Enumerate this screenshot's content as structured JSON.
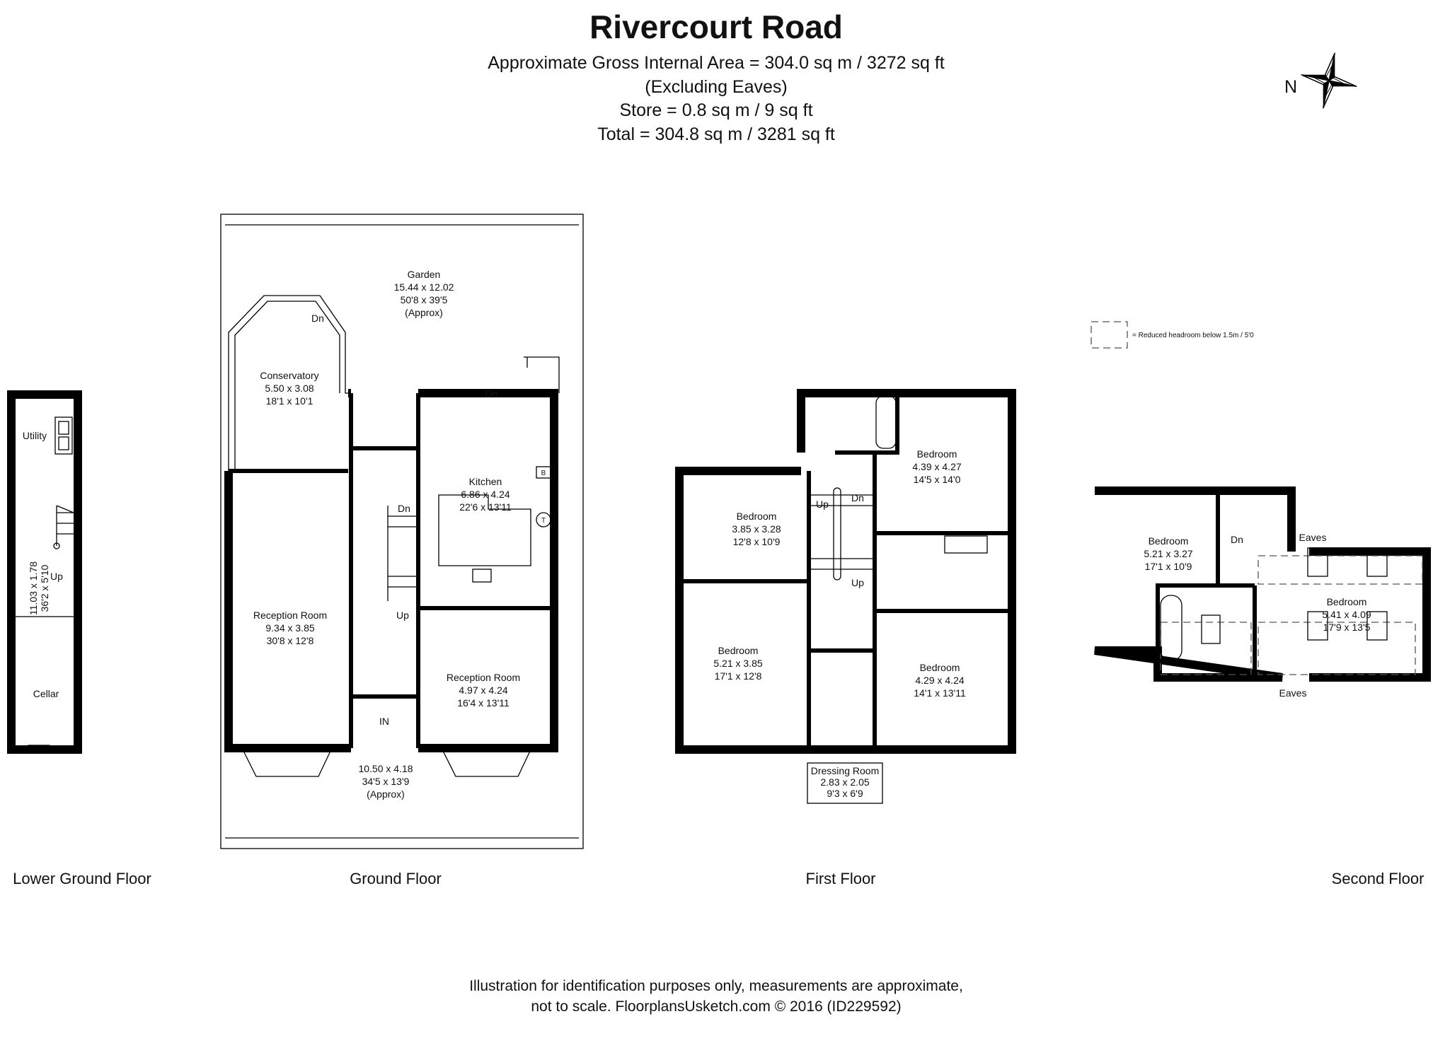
{
  "header": {
    "title": "Rivercourt Road",
    "lines": [
      "Approximate Gross Internal Area = 304.0 sq m / 3272 sq ft",
      "(Excluding Eaves)",
      "Store = 0.8 sq m / 9 sq ft",
      "Total = 304.8 sq m / 3281 sq ft"
    ]
  },
  "compass": {
    "label": "N"
  },
  "legend": {
    "text": "= Reduced headroom below 1.5m / 5'0"
  },
  "lower_ground": {
    "label": "Lower Ground Floor",
    "utility": "Utility",
    "up": "Up",
    "dims_m": "11.03 x 1.78",
    "dims_ft": "36'2 x 5'10",
    "cellar": "Cellar"
  },
  "ground": {
    "label": "Ground Floor",
    "garden": {
      "name": "Garden",
      "m": "15.44 x 12.02",
      "ft": "50'8 x 39'5",
      "note": "(Approx)"
    },
    "conservatory": {
      "name": "Conservatory",
      "m": "5.50 x 3.08",
      "ft": "18'1 x 10'1"
    },
    "kitchen": {
      "name": "Kitchen",
      "m": "6.86 x 4.24",
      "ft": "22'6 x 13'11"
    },
    "reception1": {
      "name": "Reception Room",
      "m": "9.34 x 3.85",
      "ft": "30'8 x 12'8"
    },
    "reception2": {
      "name": "Reception Room",
      "m": "4.97 x 4.24",
      "ft": "16'4 x 13'11"
    },
    "front": {
      "m": "10.50 x 4.18",
      "ft": "34'5 x 13'9",
      "note": "(Approx)"
    },
    "dn": "Dn",
    "up": "Up",
    "in": "IN",
    "boiler": "B",
    "tank": "T"
  },
  "first": {
    "label": "First Floor",
    "bed1": {
      "name": "Bedroom",
      "m": "3.85 x 3.28",
      "ft": "12'8 x 10'9"
    },
    "bed2": {
      "name": "Bedroom",
      "m": "4.39 x 4.27",
      "ft": "14'5 x 14'0"
    },
    "bed3": {
      "name": "Bedroom",
      "m": "5.21 x 3.85",
      "ft": "17'1 x 12'8"
    },
    "bed4": {
      "name": "Bedroom",
      "m": "4.29 x 4.24",
      "ft": "14'1 x 13'11"
    },
    "dressing": {
      "name": "Dressing Room",
      "m": "2.83 x 2.05",
      "ft": "9'3 x 6'9"
    },
    "up": "Up",
    "dn": "Dn"
  },
  "second": {
    "label": "Second Floor",
    "bed1": {
      "name": "Bedroom",
      "m": "5.21 x 3.27",
      "ft": "17'1 x 10'9"
    },
    "bed2": {
      "name": "Bedroom",
      "m": "5.41 x 4.09",
      "ft": "17'9 x 13'5"
    },
    "dn": "Dn",
    "eaves": "Eaves"
  },
  "footer": {
    "line1": "Illustration for identification purposes only, measurements are approximate,",
    "line2": "not to scale. FloorplansUsketch.com © 2016 (ID229592)"
  }
}
